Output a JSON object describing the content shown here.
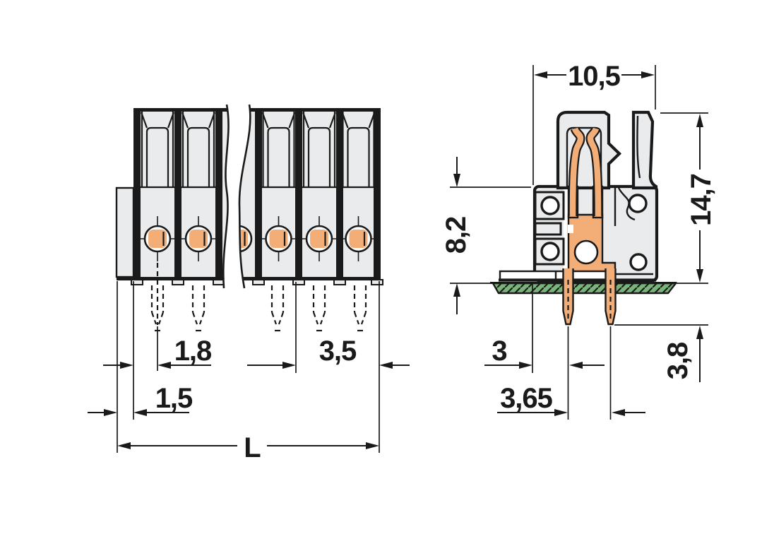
{
  "drawing": {
    "type": "technical-dimension-drawing",
    "subject": "pcb-terminal-connector",
    "views": {
      "front": {
        "label": "front-view",
        "dims": {
          "pin_offset": "1,8",
          "edge_offset": "1,5",
          "pitch": "3,5",
          "total_length": "L"
        }
      },
      "side": {
        "label": "side-view",
        "dims": {
          "width": "10,5",
          "total_height": "14,7",
          "body_height": "8,2",
          "edge_to_pin": "3",
          "pin_spacing": "3,65",
          "pin_length": "3,8"
        }
      }
    },
    "colors": {
      "housing_gray": "#e9ebec",
      "contact_orange": "#f3ae78",
      "pcb_green": "#7ab47a",
      "line_black": "#1a1a1a",
      "background": "#ffffff"
    }
  }
}
